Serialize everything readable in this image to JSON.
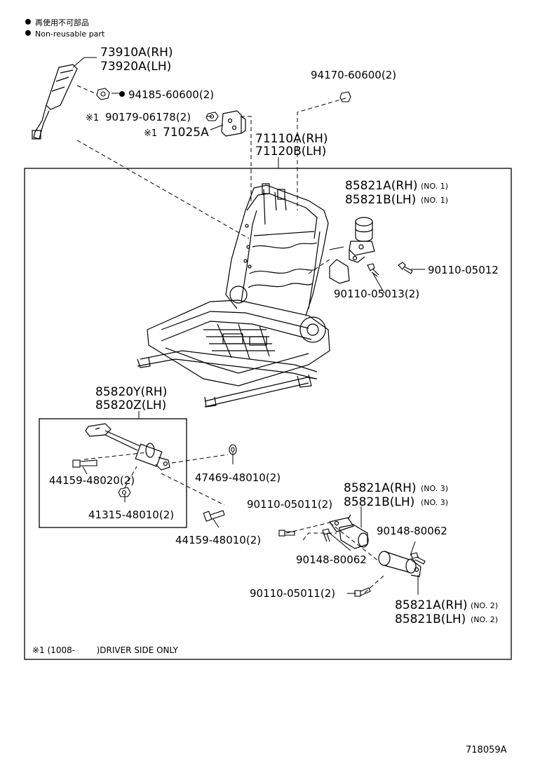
{
  "legend": {
    "bullet_cn": "再使用不可部品",
    "bullet_en": "Non-reusable part"
  },
  "labels": {
    "p73910": "73910A(RH)",
    "p73920": "73920A(LH)",
    "p94185": "94185-60600(2)",
    "p90179_mark": "※1",
    "p90179": "90179-06178(2)",
    "p71025_mark": "※1",
    "p71025": "71025A",
    "p94170": "94170-60600(2)",
    "p71110": "71110A(RH)",
    "p71120": "71120B(LH)",
    "p85821a1": "85821A(RH)",
    "p85821a1_no": "(NO. 1)",
    "p85821b1": "85821B(LH)",
    "p85821b1_no": "(NO. 1)",
    "p90110_05012": "90110-05012",
    "p90110_05013": "90110-05013(2)",
    "p85820y": "85820Y(RH)",
    "p85820z": "85820Z(LH)",
    "p44159_48020": "44159-48020(2)",
    "p41315": "41315-48010(2)",
    "p47469": "47469-48010(2)",
    "p44159_48010": "44159-48010(2)",
    "p85821a3": "85821A(RH)",
    "p85821a3_no": "(NO. 3)",
    "p85821b3": "85821B(LH)",
    "p85821b3_no": "(NO. 3)",
    "p90110_05011_a": "90110-05011(2)",
    "p90148_a": "90148-80062",
    "p90148_b": "90148-80062",
    "p90110_05011_b": "90110-05011(2)",
    "p85821a2": "85821A(RH)",
    "p85821a2_no": "(NO. 2)",
    "p85821b2": "85821B(LH)",
    "p85821b2_no": "(NO. 2)"
  },
  "footnote": "※1 (1008-        )DRIVER SIDE ONLY",
  "figure_id": "718059A",
  "colors": {
    "ink": "#000000",
    "paper": "#ffffff"
  }
}
